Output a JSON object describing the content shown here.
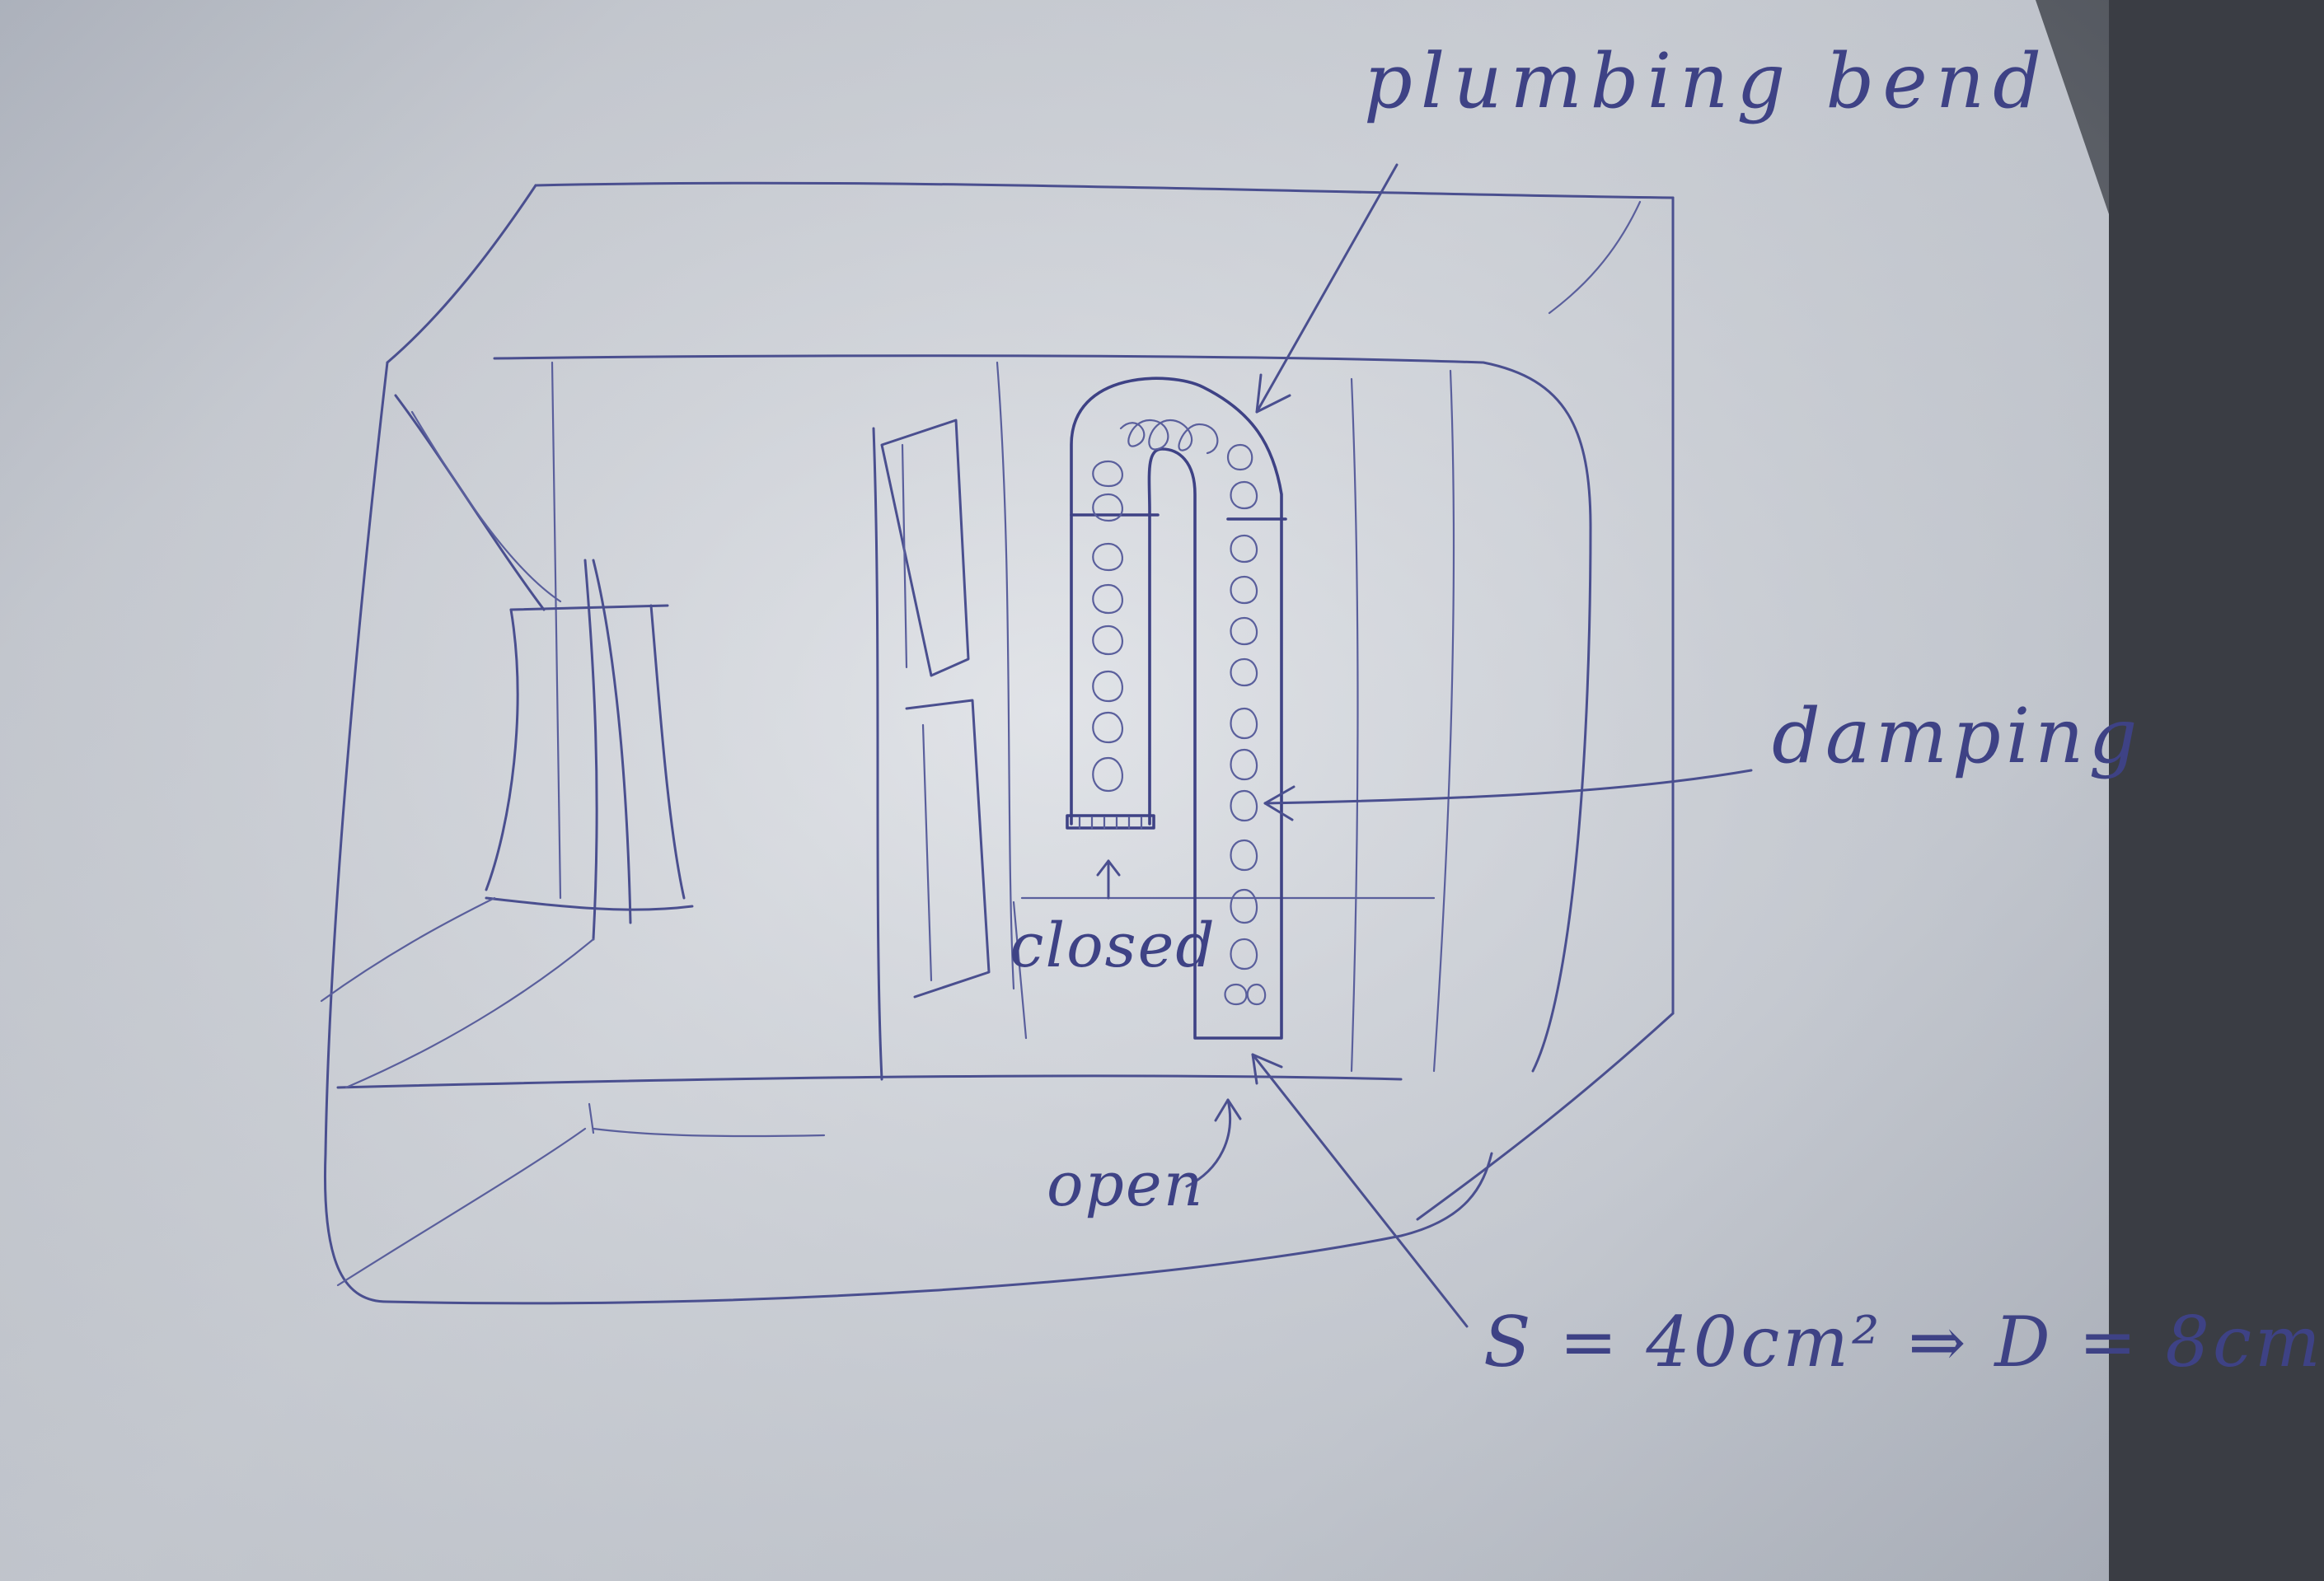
{
  "labels": {
    "plumbing_bend": "plumbing bend",
    "damping": "damping",
    "closed": "closed",
    "open": "open",
    "formula": "S = 40cm² ⇒ D = 8cm"
  },
  "colors": {
    "ink": "#4a4f8f",
    "paper": "#dcdfe4",
    "background": "#3a3d44"
  }
}
